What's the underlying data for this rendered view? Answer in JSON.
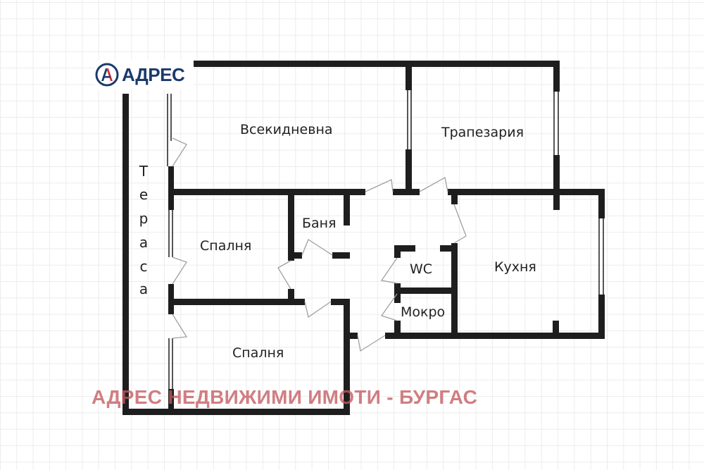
{
  "logo": {
    "text": "АДРЕС",
    "mark_colors": {
      "ring": "#1b3a6b",
      "accent": "#d6313a"
    }
  },
  "rooms": {
    "living_room": "Всекидневна",
    "dining_room": "Трапезария",
    "terrace": "Тераса",
    "terrace_letters": [
      "Т",
      "е",
      "р",
      "а",
      "с",
      "а"
    ],
    "bedroom_1": "Спалня",
    "bathroom": "Баня",
    "wc": "WC",
    "kitchen": "Кухня",
    "utility": "Мокро",
    "bedroom_2": "Спалня"
  },
  "watermark": {
    "text": "АДРЕС НЕДВИЖИМИ ИМОТИ - БУРГАС",
    "color": "#c45a5f"
  },
  "colors": {
    "wall": "#1e1e1e",
    "grid": "#ececec",
    "door": "#9a9a9a",
    "background": "#ffffff"
  }
}
